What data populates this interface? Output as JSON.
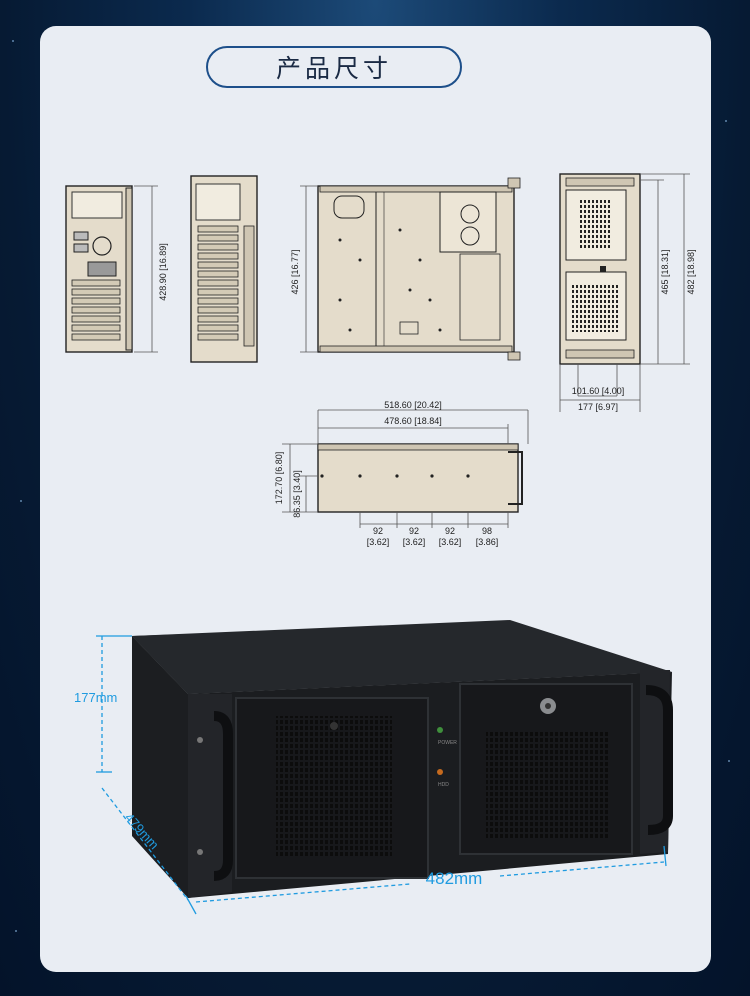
{
  "header": {
    "title": "产品尺寸"
  },
  "drawing": {
    "front_height": "428.90 [16.89]",
    "side_height": "426 [16.77]",
    "rear_h1": "465 [18.31]",
    "rear_h2": "482 [18.98]",
    "rear_w1": "101.60 [4.00]",
    "rear_w2": "177 [6.97]",
    "top_w1": "518.60 [20.42]",
    "top_w2": "478.60 [18.84]",
    "top_h1": "172.70 [6.80]",
    "top_h2": "86.35 [3.40]",
    "spacing": [
      {
        "mm": "92",
        "inch": "[3.62]"
      },
      {
        "mm": "92",
        "inch": "[3.62]"
      },
      {
        "mm": "92",
        "inch": "[3.62]"
      },
      {
        "mm": "98",
        "inch": "[3.86]"
      }
    ]
  },
  "product": {
    "height_label": "177mm",
    "depth_label": "479mm",
    "width_label": "482mm",
    "power_label": "POWER",
    "hdd_label": "HDD"
  },
  "colors": {
    "accent": "#1f9be0",
    "panel": "#e9edf3",
    "chassis": "#1b1d20",
    "drawing_fill": "#e4dccb"
  }
}
